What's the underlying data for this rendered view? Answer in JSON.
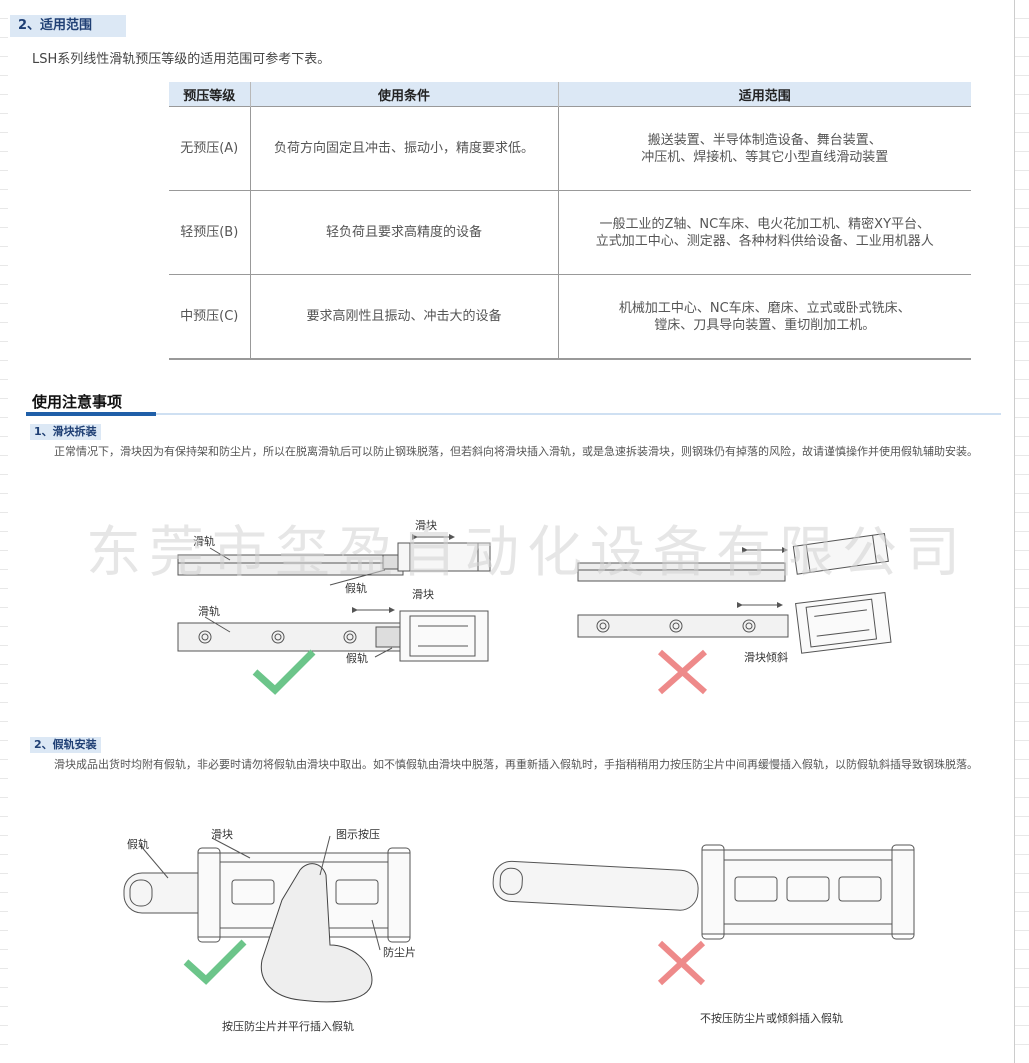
{
  "section2": {
    "title": "2、适用范围",
    "intro": "LSH系列线性滑轨预压等级的适用范围可参考下表。"
  },
  "table": {
    "headers": [
      "预压等级",
      "使用条件",
      "适用范围"
    ],
    "rows": [
      {
        "grade": "无预压(A)",
        "condition": "负荷方向固定且冲击、振动小，精度要求低。",
        "scope": [
          "搬送装置、半导体制造设备、舞台装置、",
          "冲压机、焊接机、等其它小型直线滑动装置"
        ]
      },
      {
        "grade": "轻预压(B)",
        "condition": "轻负荷且要求高精度的设备",
        "scope": [
          "一般工业的Z轴、NC车床、电火花加工机、精密XY平台、",
          "立式加工中心、测定器、各种材料供给设备、工业用机器人"
        ]
      },
      {
        "grade": "中预压(C)",
        "condition": "要求高刚性且振动、冲击大的设备",
        "scope": [
          "机械加工中心、NC车床、磨床、立式或卧式铣床、",
          "镗床、刀具导向装置、重切削加工机。"
        ]
      }
    ]
  },
  "notes": {
    "title": "使用注意事项",
    "item1": {
      "title": "1、滑块拆装",
      "text": "正常情况下，滑块因为有保持架和防尘片，所以在脱离滑轨后可以防止钢珠脱落，但若斜向将滑块插入滑轨，或是急速拆装滑块，则钢珠仍有掉落的风险，故请谨慎操作并使用假轨辅助安装。",
      "labels": {
        "rail": "滑轨",
        "block": "滑块",
        "dummy": "假轨",
        "tilt": "滑块倾斜"
      }
    },
    "item2": {
      "title": "2、假轨安装",
      "text": "滑块成品出货时均附有假轨，非必要时请勿将假轨由滑块中取出。如不慎假轨由滑块中脱落，再重新插入假轨时，手指稍稍用力按压防尘片中间再缓慢插入假轨，以防假轨斜插导致钢珠脱落。",
      "labels": {
        "dummy": "假轨",
        "block": "滑块",
        "press": "图示按压",
        "seal": "防尘片"
      },
      "caption_ok": "按压防尘片并平行插入假轨",
      "caption_ng": "不按压防尘片或倾斜插入假轨"
    }
  },
  "watermark": "东莞市玺盈自动化设备有限公司",
  "colors": {
    "header_bg": "#dce8f5",
    "accent": "#1f5fa8",
    "check": "#6cc58a",
    "cross": "#ee8a8a"
  }
}
